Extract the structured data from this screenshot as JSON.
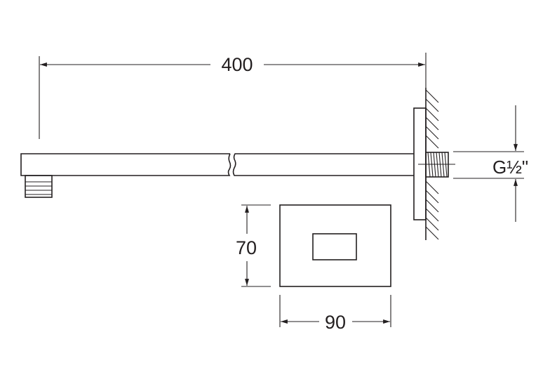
{
  "drawing": {
    "arm_length_label": "400",
    "thread_label": "G½\"",
    "plate_height_label": "70",
    "plate_width_label": "90"
  },
  "colors": {
    "line": "#231f20",
    "background": "#ffffff"
  }
}
